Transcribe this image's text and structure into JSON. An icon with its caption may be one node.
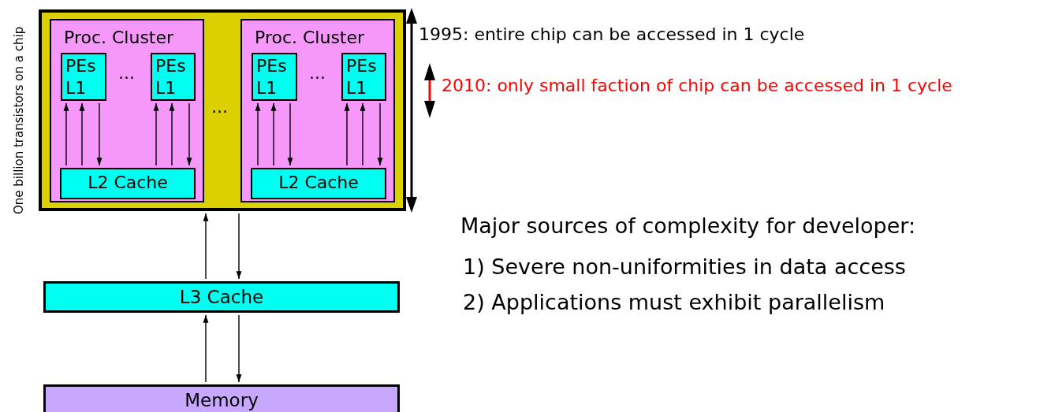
{
  "diagram": {
    "nodes": [
      {
        "text": [],
        "shape": "box",
        "beside": [
          "One billion transistors on a chip"
        ]
      },
      {
        "text": [
          "Proc. Cluster"
        ],
        "in": 0
      },
      {
        "text": [
          "PEs",
          "L1"
        ],
        "in": 1
      },
      {
        "text": [
          "PEs",
          "L1"
        ],
        "in": 1
      },
      {
        "text": [
          "L2 Cache"
        ],
        "in": 1
      },
      {
        "text": [
          "Proc. Cluster"
        ],
        "in": 0
      },
      {
        "text": [
          "PEs",
          "L1"
        ],
        "in": 5
      },
      {
        "text": [
          "PEs",
          "L1"
        ],
        "in": 5
      },
      {
        "text": [
          "L2 Cache"
        ],
        "in": 5
      },
      {
        "text": [
          "L3 Cache"
        ]
      },
      {
        "text": [
          "Memory"
        ]
      }
    ],
    "edges": [
      {
        "from": 4,
        "to": 2,
        "arrow": "to"
      },
      {
        "from": 4,
        "to": 2,
        "arrow": "to"
      },
      {
        "from": 2,
        "to": 4,
        "arrow": "to"
      },
      {
        "from": 4,
        "to": 3,
        "arrow": "to"
      },
      {
        "from": 4,
        "to": 3,
        "arrow": "to"
      },
      {
        "from": 3,
        "to": 4,
        "arrow": "to"
      },
      {
        "from": 8,
        "to": 6,
        "arrow": "to"
      },
      {
        "from": 8,
        "to": 6,
        "arrow": "to"
      },
      {
        "from": 6,
        "to": 8,
        "arrow": "to"
      },
      {
        "from": 8,
        "to": 7,
        "arrow": "to"
      },
      {
        "from": 8,
        "to": 7,
        "arrow": "to"
      },
      {
        "from": 7,
        "to": 8,
        "arrow": "to"
      },
      {
        "from": 9,
        "to": 0,
        "arrow": "to"
      },
      {
        "from": 0,
        "to": 9,
        "arrow": "to"
      },
      {
        "from": 10,
        "to": 9,
        "arrow": "to"
      },
      {
        "from": 9,
        "to": 10,
        "arrow": "to"
      }
    ],
    "labels": [
      "...",
      "...",
      "...",
      "1995: entire chip can be accessed in 1 cycle",
      "2010: only small faction of chip can be accessed in 1 cycle",
      "Major sources of complexity for developer:",
      "1) Severe non-uniformities in data access",
      "2) Applications must exhibit parallelism"
    ]
  }
}
